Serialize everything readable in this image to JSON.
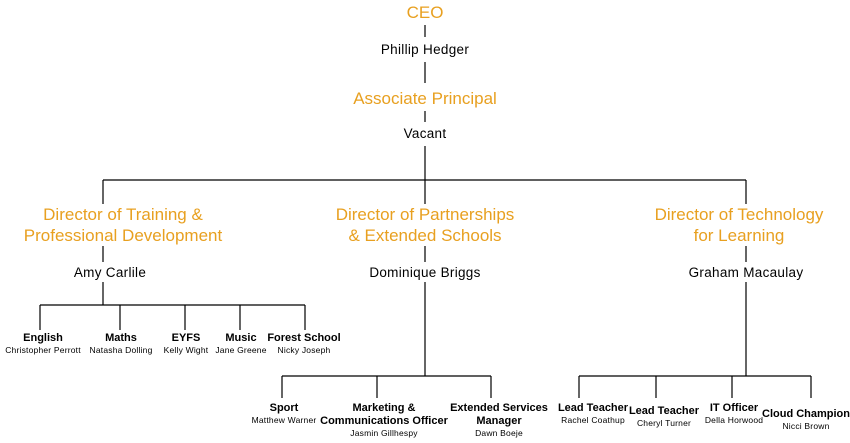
{
  "ceo": {
    "title": "CEO",
    "name": "Phillip Hedger"
  },
  "associate": {
    "title": "Associate Principal",
    "name": "Vacant"
  },
  "directors": [
    {
      "title_line1": "Director of Training &",
      "title_line2": "Professional Development",
      "name": "Amy Carlile"
    },
    {
      "title_line1": "Director of Partnerships",
      "title_line2": "& Extended Schools",
      "name": "Dominique Briggs"
    },
    {
      "title_line1": "Director of Technology",
      "title_line2": "for Learning",
      "name": "Graham Macaulay"
    }
  ],
  "training_team": [
    {
      "role": "English",
      "name": "Christopher Perrott"
    },
    {
      "role": "Maths",
      "name": "Natasha Dolling"
    },
    {
      "role": "EYFS",
      "name": "Kelly Wight"
    },
    {
      "role": "Music",
      "name": "Jane Greene"
    },
    {
      "role": "Forest School",
      "name": "Nicky Joseph"
    }
  ],
  "partnerships_team": [
    {
      "role": "Sport",
      "name": "Matthew Warner"
    },
    {
      "role_line1": "Marketing &",
      "role_line2": "Communications Officer",
      "name": "Jasmin Gillhespy"
    },
    {
      "role_line1": "Extended Services",
      "role_line2": "Manager",
      "name": "Dawn Boeje"
    }
  ],
  "technology_team": [
    {
      "role": "Lead Teacher",
      "name": "Rachel Coathup"
    },
    {
      "role": "Lead Teacher",
      "name": "Cheryl Turner"
    },
    {
      "role": "IT Officer",
      "name": "Della Horwood"
    },
    {
      "role": "Cloud Champion",
      "name": "Nicci Brown"
    }
  ],
  "colors": {
    "title_accent": "#e8a020",
    "line": "#000000"
  }
}
